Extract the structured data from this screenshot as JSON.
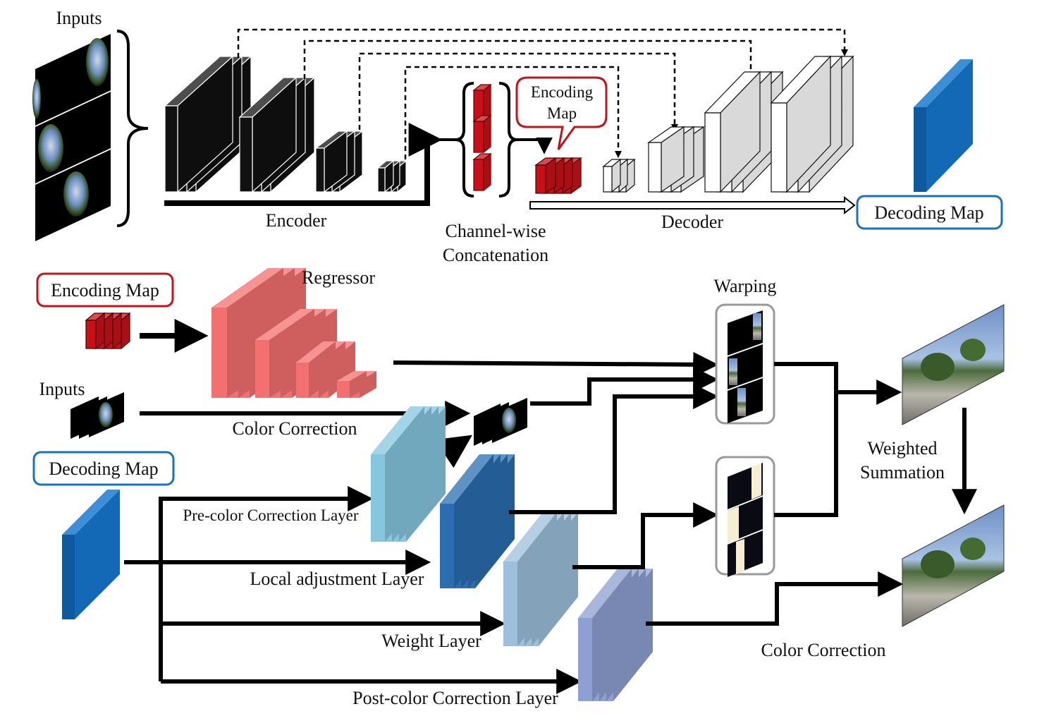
{
  "labels": {
    "inputs_top": "Inputs",
    "encoder": "Encoder",
    "channel_wise_1": "Channel-wise",
    "channel_wise_2": "Concatenation",
    "encoding_map_callout_1": "Encoding",
    "encoding_map_callout_2": "Map",
    "decoder": "Decoder",
    "decoding_map_top": "Decoding Map",
    "encoding_map_bottom": "Encoding Map",
    "regressor": "Regressor",
    "inputs_bottom": "Inputs",
    "color_correction_mid": "Color Correction",
    "decoding_map_bottom": "Decoding Map",
    "pre_color_layer": "Pre-color Correction Layer",
    "local_adjustment_layer": "Local adjustment Layer",
    "weight_layer": "Weight Layer",
    "post_color_layer": "Post-color Correction Layer",
    "warping": "Warping",
    "weighted_1": "Weighted",
    "weighted_2": "Summation",
    "color_correction_right": "Color Correction"
  },
  "colors": {
    "encoder_block": "#111111",
    "encoding_map": "#c8101a",
    "regressor": "#f2706f",
    "decoding_map": "#1469b6",
    "pre_color": "#86c6df",
    "local_adjust": "#2a6db0",
    "weight": "#9dbfdc",
    "post_color": "#8e9fd2",
    "callout_red": "#c0141c",
    "callout_blue": "#1a73b8"
  }
}
